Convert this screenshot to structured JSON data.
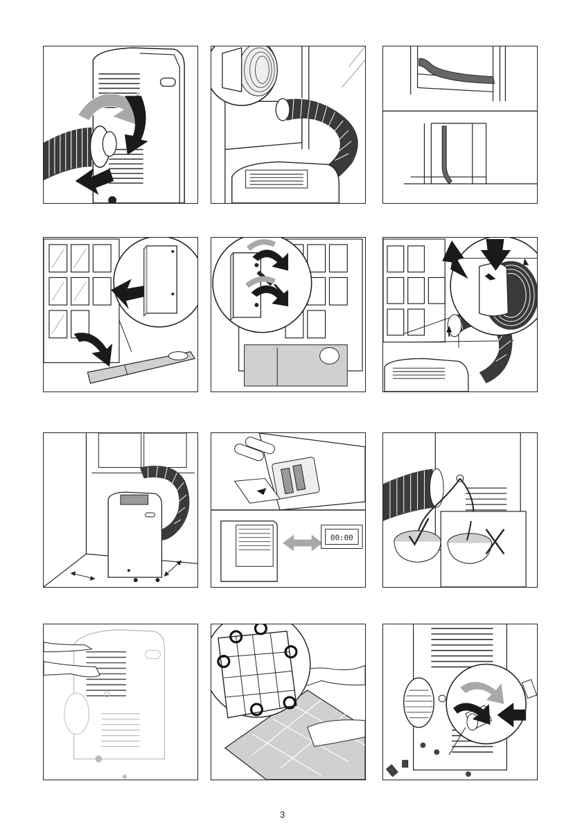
{
  "document": {
    "page_number": "3",
    "steps": [
      {
        "id": 1,
        "icon": "exhaust-hose-attach-icon"
      },
      {
        "id": 2,
        "icon": "window-hose-adapter-icon"
      },
      {
        "id": 3,
        "icon": "window-seal-strip-icon"
      },
      {
        "id": 4,
        "icon": "window-kit-panel-icon"
      },
      {
        "id": 5,
        "icon": "screw-fixing-icon"
      },
      {
        "id": 6,
        "icon": "hose-to-window-kit-icon"
      },
      {
        "id": 7,
        "icon": "unit-placement-clearance-icon"
      },
      {
        "id": 8,
        "icon": "remote-batteries-icon"
      },
      {
        "id": 9,
        "icon": "condensate-drain-icon"
      },
      {
        "id": 10,
        "icon": "filter-removal-icon"
      },
      {
        "id": 11,
        "icon": "filter-cleaning-icon"
      },
      {
        "id": 12,
        "icon": "drain-cap-icon"
      }
    ],
    "remote_display": "00:00"
  },
  "colors": {
    "line": "#222222",
    "arrow": "#1a1a1a",
    "arrow_gray": "#a8a8a8",
    "shade": "#d0d0d0",
    "hose": "#3a3a3a"
  }
}
